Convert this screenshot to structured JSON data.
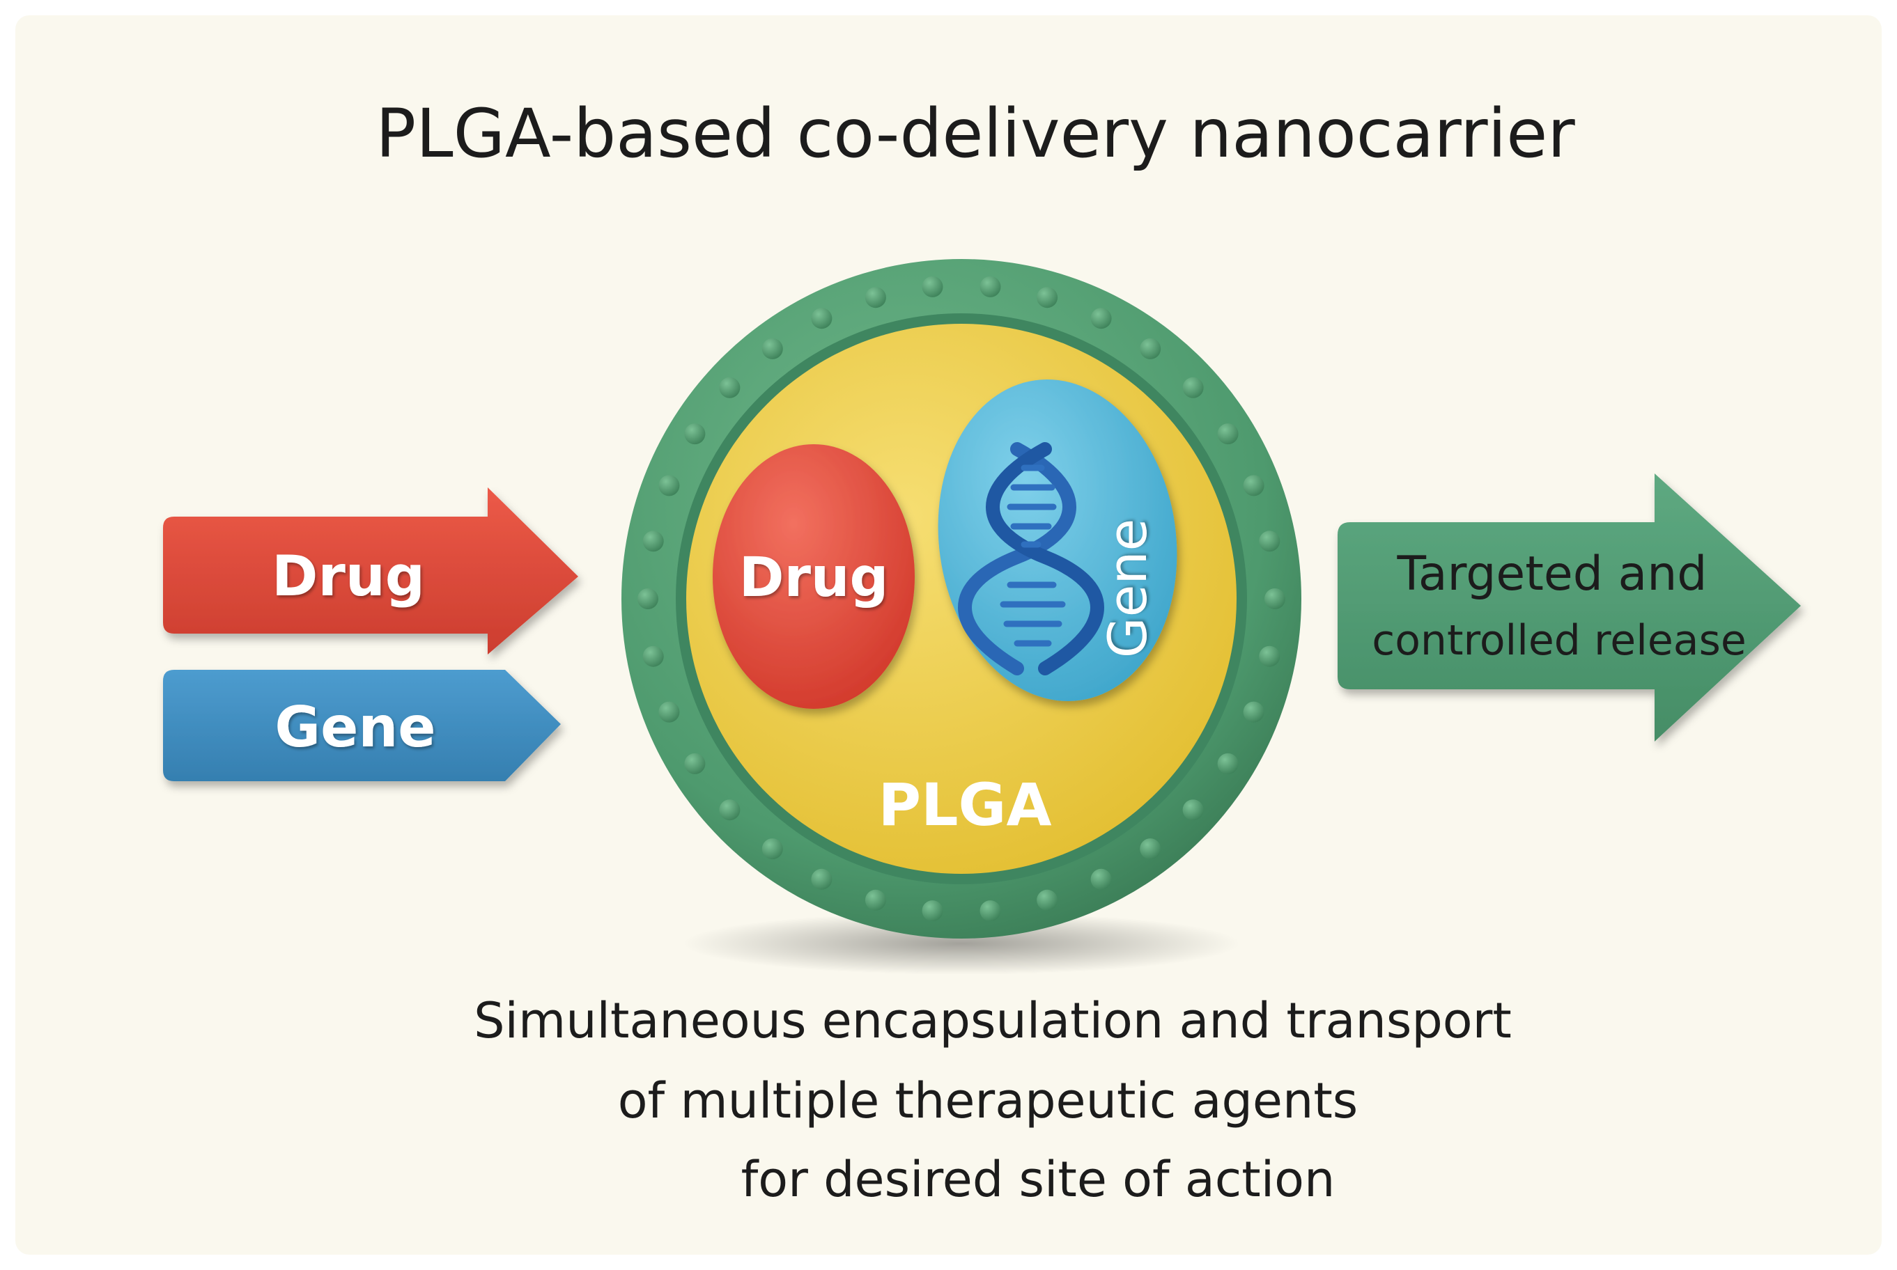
{
  "title": "PLGA-based co-delivery nanocarrier",
  "inputs": {
    "drug_label": "Drug",
    "gene_label": "Gene"
  },
  "nanocarrier": {
    "drug_label": "Drug",
    "gene_label": "Gene",
    "matrix_label": "PLGA"
  },
  "output": {
    "line1": "Targeted and",
    "line2": "controlled release"
  },
  "caption": {
    "line1": "Simultaneous encapsulation and transport",
    "line2": "of multiple therapeutic agents",
    "line3": "for desired site of action"
  },
  "colors": {
    "background": "#faf8ee",
    "drug_red": "#e04a3c",
    "gene_blue": "#3f8cc0",
    "gene_core": "#52b6d8",
    "dna_helix": "#2a67b5",
    "shell_green": "#4e9a6e",
    "core_yellow": "#ecca3e",
    "output_green": "#4f9a72",
    "text_dark": "#1c1c1c"
  }
}
